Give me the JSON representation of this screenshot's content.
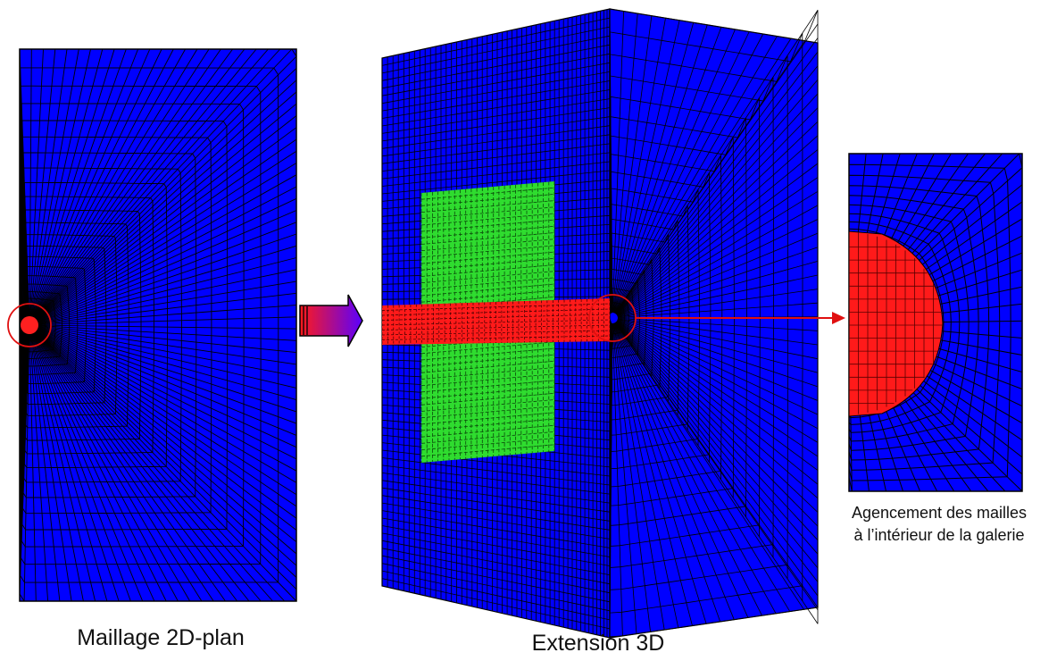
{
  "captions": {
    "mesh_2d": "Maillage 2D-plan",
    "extension_3d": "Extension 3D",
    "detail_line1": "Agencement des mailles",
    "detail_line2": "à l’intérieur de la galerie"
  },
  "colors": {
    "rock_mass": "#0000ff",
    "mesh_lines": "#000000",
    "gallery": "#ff0000",
    "support_zone": "#2fdc2f",
    "highlight_circle": "#e01010",
    "arrow_gradient_start": "#ff1a1a",
    "arrow_gradient_end": "#5a00ff"
  },
  "icons": [
    "transition-arrow-icon",
    "pointer-arrow-icon",
    "highlight-circle-icon"
  ]
}
